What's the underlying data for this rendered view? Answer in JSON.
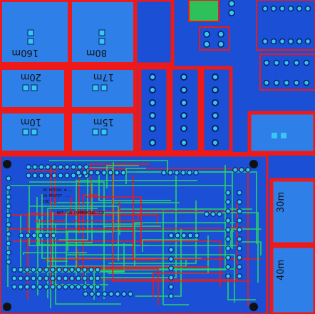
{
  "colors": {
    "board": "#1a4fd6",
    "zone": "#2f7fe8",
    "keepout": "#ee1a1a",
    "trace": "#26d36a",
    "pad": "#36c8f0",
    "silk": "#111111",
    "dark": "#0b1f66"
  },
  "band_labels": [
    {
      "id": "160m",
      "text": "160m"
    },
    {
      "id": "80m",
      "text": "80m"
    },
    {
      "id": "20m",
      "text": "20m"
    },
    {
      "id": "17m",
      "text": "17m"
    },
    {
      "id": "10m",
      "text": "10m"
    },
    {
      "id": "15m",
      "text": "15m"
    },
    {
      "id": "30m",
      "text": "30m"
    },
    {
      "id": "40m",
      "text": "40m"
    }
  ],
  "silk_text": [
    "OO HOTDOG #...",
    "2A MOSFET ...",
    "IUE ...",
    "NOT FOR COMMERCIAL USE"
  ]
}
